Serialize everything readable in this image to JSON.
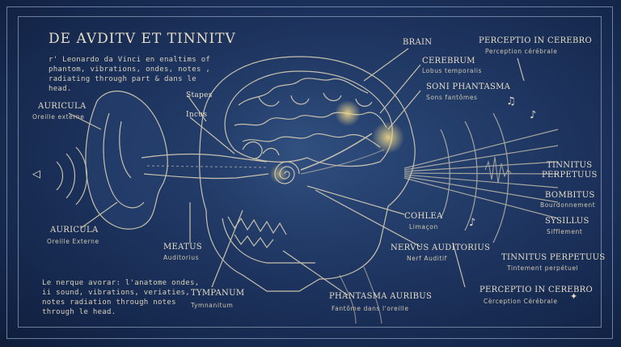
{
  "title": "DE AVDITV ET TINNITV",
  "intro_note": "r' Leonardo da Vinci en enaltims of phantom, vibrations, ondes, notes , radiating through part & dans le head.",
  "bottom_note": "Le nerque avorar: l'anatome ondes, ii sound, vibrations, veriaties, notes radiation through notes through le head.",
  "labels": {
    "auricula_top": {
      "main": "AURICULA",
      "sub": "Oreille externe"
    },
    "auricula_bottom": {
      "main": "AURICULA",
      "sub": "Oreille Externe"
    },
    "stapes": {
      "main": "Stapes"
    },
    "incus": {
      "main": "Incus"
    },
    "meatus": {
      "main": "MEATUS",
      "sub": "Auditorius"
    },
    "tympanum": {
      "main": "TYMPANUM",
      "sub": "Tymnanitum"
    },
    "brain": {
      "main": "BRAIN"
    },
    "cerebrum": {
      "main": "CEREBRUM",
      "sub": "Lobus temporalis"
    },
    "soni_phantasma": {
      "main": "SONI PHANTASMA",
      "sub": "Sons fantômes"
    },
    "perceptio_top": {
      "main": "PERCEPTIO IN CEREBRO",
      "sub": "Perception cérébrale"
    },
    "tinnitus_perpetuus": {
      "main": "TINNITUS",
      "sub": "PERPETUUS"
    },
    "bombitus": {
      "main": "BOMBITUS",
      "sub": "Bourdonnement"
    },
    "sysillus": {
      "main": "SYSILLUS",
      "sub": "Sifflement"
    },
    "tinnitus_perpetuus_2": {
      "main": "TINNITUS PERPETUUS",
      "sub": "Tintement perpétuel"
    },
    "cohlea": {
      "main": "COHLEA",
      "sub": "Limaçon"
    },
    "nervus": {
      "main": "NERVUS AUDITORIUS",
      "sub": "Nerf Auditif"
    },
    "phantasma": {
      "main": "PHANTASMA AURIBUS",
      "sub": "Fantôme dans l'oreille"
    },
    "perceptio_bottom": {
      "main": "PERCEPTIO IN CEREBRO",
      "sub": "Cèrception Cérébrale"
    }
  },
  "colors": {
    "background": "#1e3560",
    "ink": "#e6ddc8",
    "glow": "#f3d98a"
  },
  "icons": [
    "speaker-icon",
    "bell-icon",
    "music-note-icon",
    "star-sparkle-icon"
  ]
}
